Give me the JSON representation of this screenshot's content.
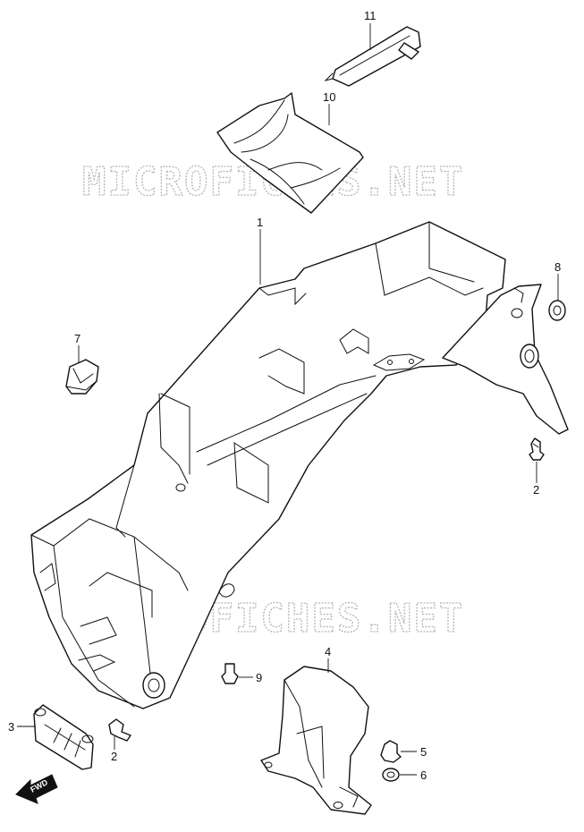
{
  "watermark": {
    "text": "MICROFICHES.NET"
  },
  "fwd_label": "FWD",
  "callouts": [
    {
      "id": "11",
      "label": "11"
    },
    {
      "id": "10",
      "label": "10"
    },
    {
      "id": "1",
      "label": "1"
    },
    {
      "id": "8",
      "label": "8"
    },
    {
      "id": "7",
      "label": "7"
    },
    {
      "id": "2a",
      "label": "2"
    },
    {
      "id": "4",
      "label": "4"
    },
    {
      "id": "9",
      "label": "9"
    },
    {
      "id": "3",
      "label": "3"
    },
    {
      "id": "2b",
      "label": "2"
    },
    {
      "id": "5",
      "label": "5"
    },
    {
      "id": "6",
      "label": "6"
    }
  ]
}
